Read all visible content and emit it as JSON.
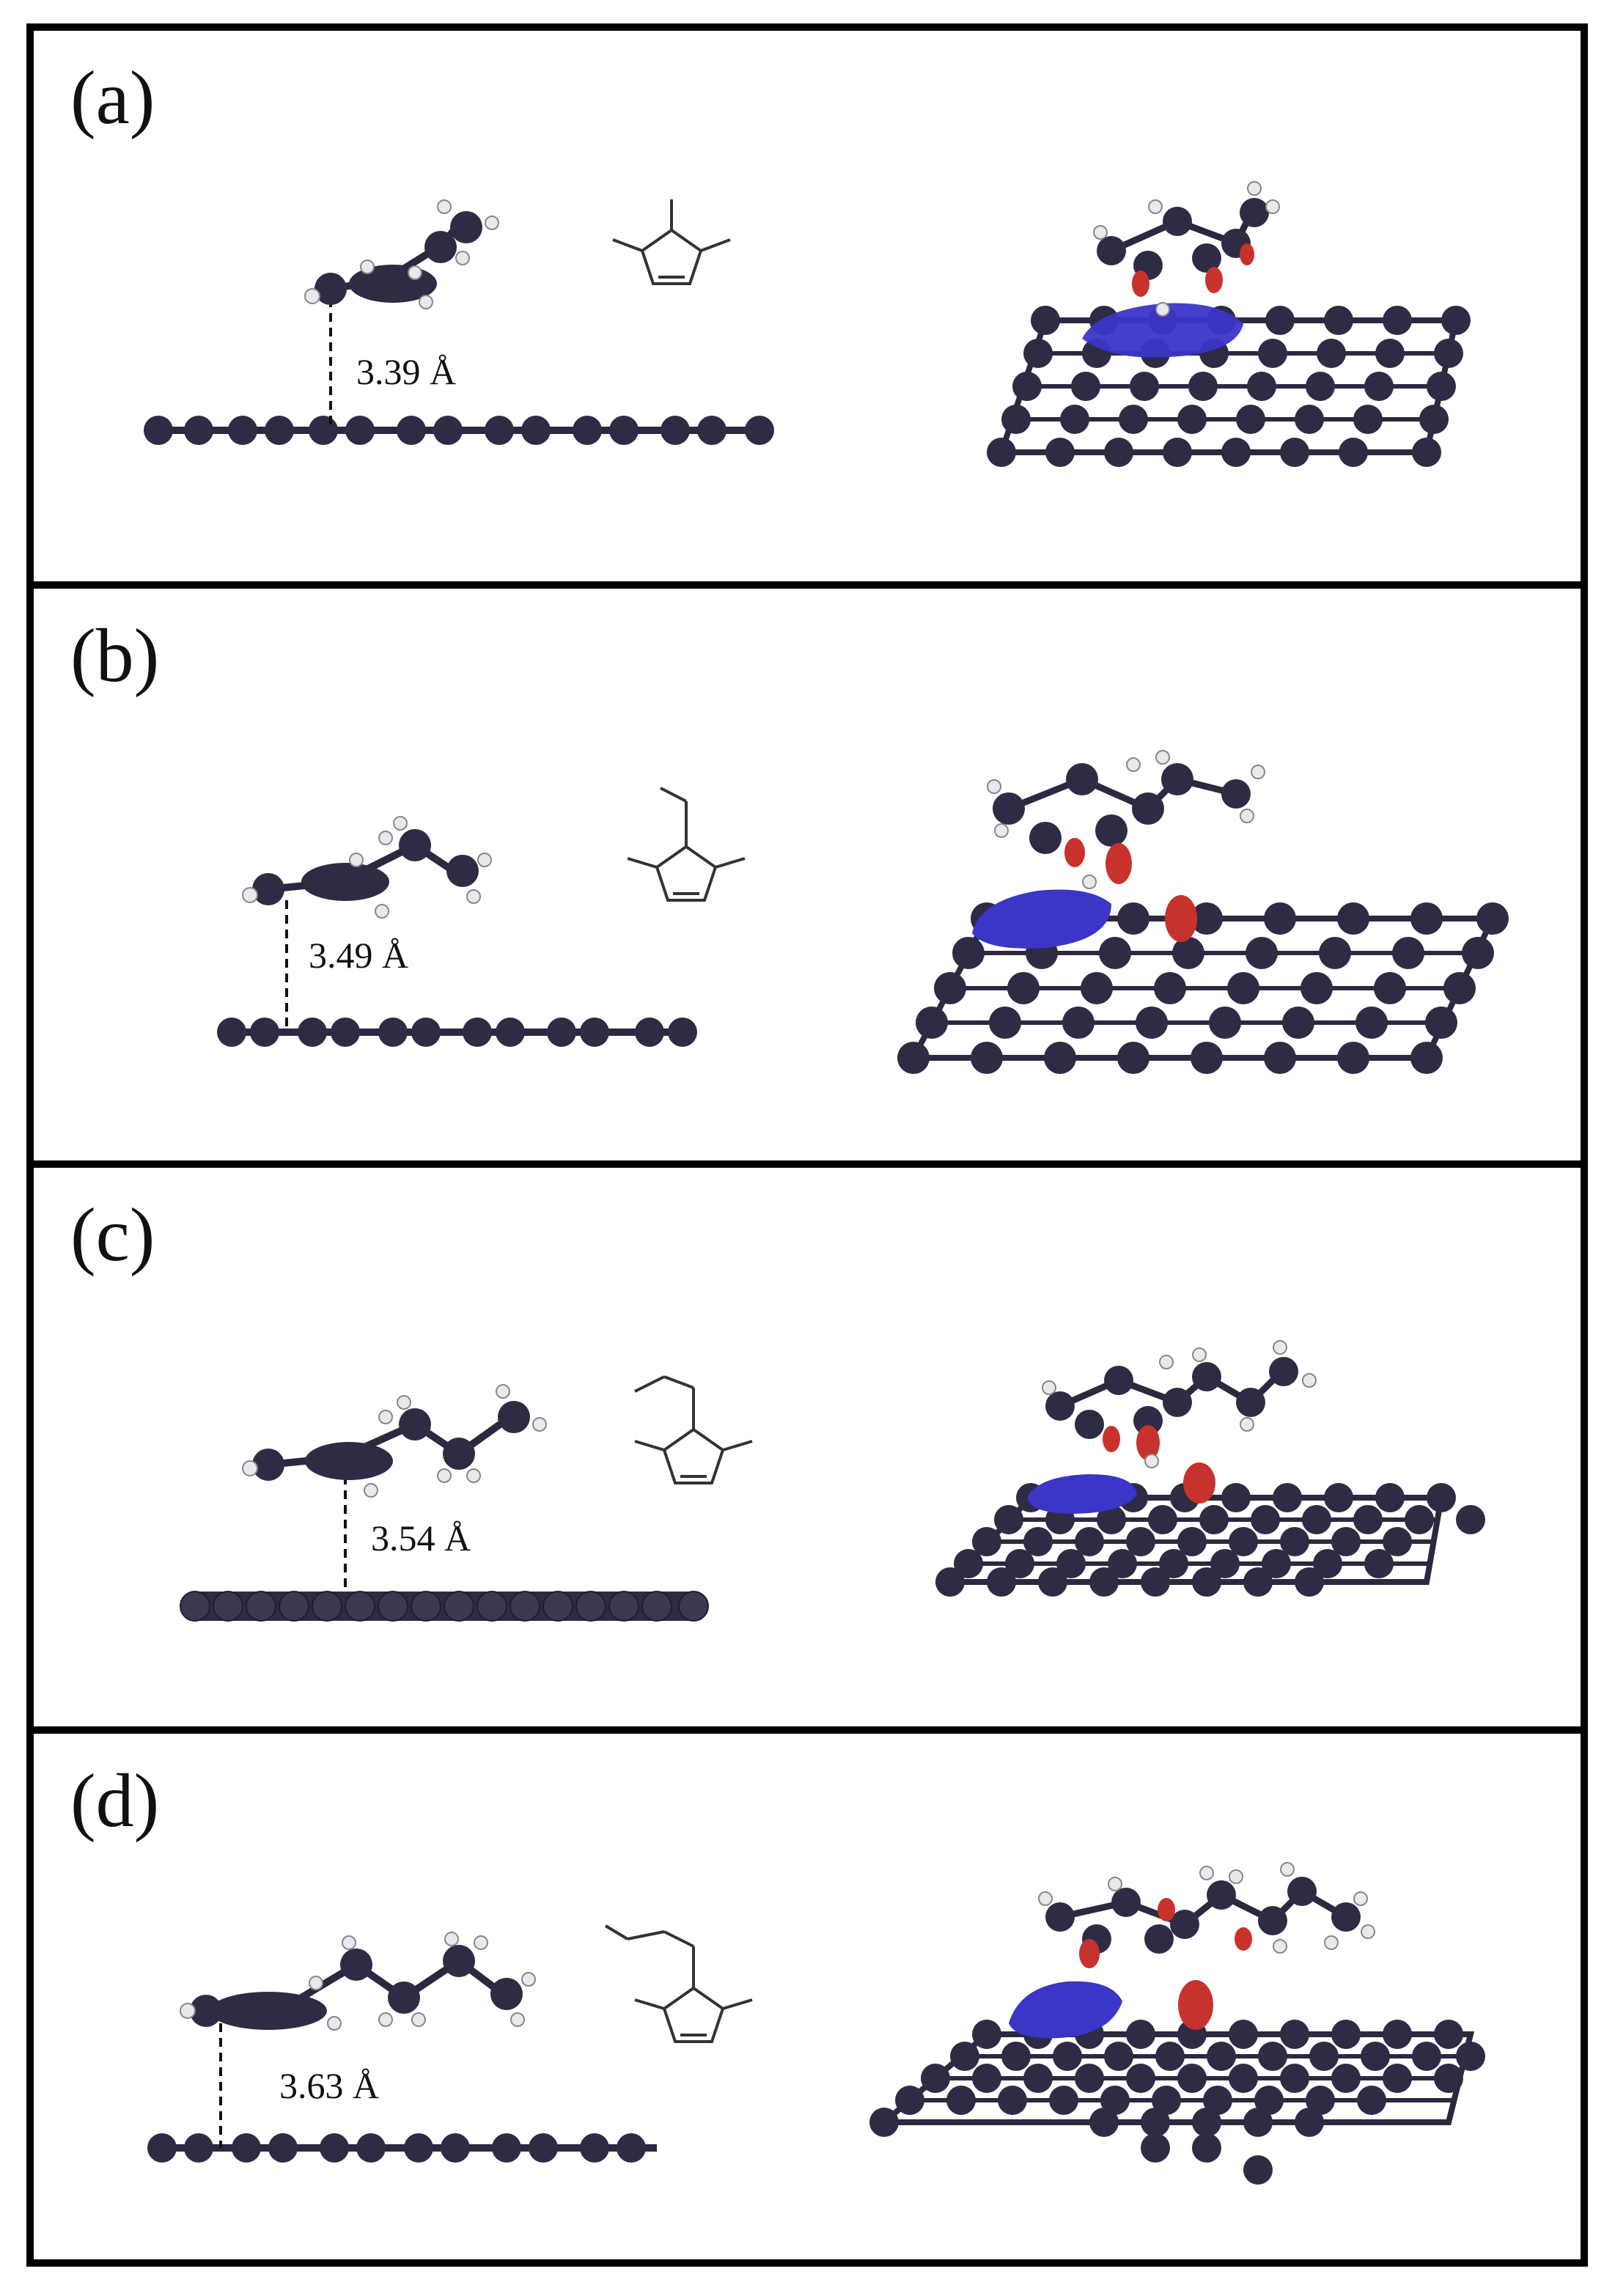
{
  "colors": {
    "atom": "#2d2c44",
    "hydrogen": "#e8e8ee",
    "bond": "#2a2940",
    "isosurface_blue": "#3b35c8",
    "isosurface_red": "#c8322c",
    "frame": "#000000"
  },
  "panels": [
    {
      "label": "(a)",
      "distance": "3.39 Å",
      "chain_length": 1
    },
    {
      "label": "(b)",
      "distance": "3.49 Å",
      "chain_length": 2
    },
    {
      "label": "(c)",
      "distance": "3.54 Å",
      "chain_length": 3
    },
    {
      "label": "(d)",
      "distance": "3.63 Å",
      "chain_length": 4
    }
  ]
}
